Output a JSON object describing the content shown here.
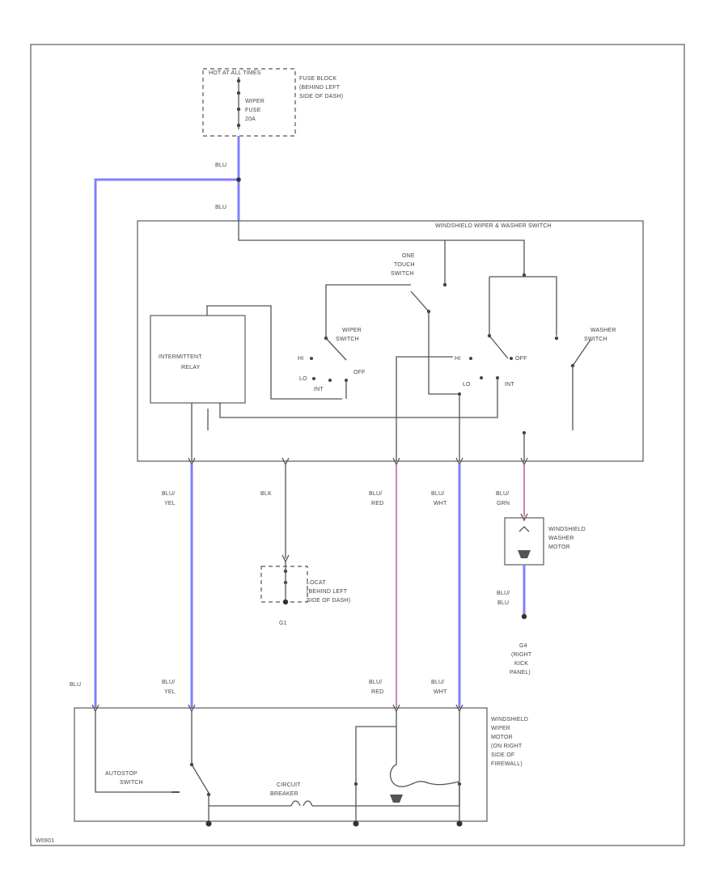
{
  "colors": {
    "blue_wire": "#8080ff",
    "pink_wire": "#d080c0",
    "line": "#555555"
  },
  "fuse_block": {
    "header": "HOT AT ALL TIMES",
    "fuse_lines": [
      "WIPER",
      "FUSE",
      "20A"
    ],
    "location_lines": [
      "FUSE BLOCK",
      "(BEHIND LEFT",
      "SIDE OF DASH)"
    ]
  },
  "switch_assembly": {
    "title": "WINDSHIELD WIPER & WASHER SWITCH",
    "one_touch_lines": [
      "ONE",
      "TOUCH",
      "SWITCH"
    ],
    "relay_lines": [
      "INTERMITTENT",
      "RELAY"
    ],
    "wiper_switch_lines": [
      "WIPER",
      "SWITCH"
    ],
    "washer_switch_lines": [
      "WASHER",
      "SWITCH"
    ],
    "pos_hi_a": "HI",
    "pos_lo_a": "LO",
    "pos_int_a": "INT",
    "pos_off_a": "OFF",
    "pos_hi_b": "HI",
    "pos_lo_b": "LO",
    "pos_int_b": "INT",
    "pos_off_b": "OFF"
  },
  "wire_labels": {
    "top_blu_1": "BLU",
    "top_blu_2": "BLU",
    "left_blu": "BLU",
    "blu_yel_top": [
      "BLU/",
      "YEL"
    ],
    "blk": "BLK",
    "blu_red_top": [
      "BLU/",
      "RED"
    ],
    "blu_wht_top": [
      "BLU/",
      "WHT"
    ],
    "blu_grn": [
      "BLU/",
      "GRN"
    ],
    "blu_blu": [
      "BLU/",
      "BLU"
    ],
    "blu_yel_bot": [
      "BLU/",
      "YEL"
    ],
    "blu_red_bot": [
      "BLU/",
      "RED"
    ],
    "blu_wht_bot": [
      "BLU/",
      "WHT"
    ]
  },
  "ground_g1": {
    "location_lines": [
      "LOCAT",
      "(BEHIND LEFT",
      "SIDE OF DASH)"
    ],
    "id": "G1"
  },
  "washer_motor": {
    "label_lines": [
      "WINDSHIELD",
      "WASHER",
      "MOTOR"
    ]
  },
  "ground_g4": {
    "label_lines": [
      "G4",
      "(RIGHT",
      "KICK",
      "PANEL)"
    ]
  },
  "wiper_motor": {
    "label_lines": [
      "WINDSHIELD",
      "WIPER",
      "MOTOR",
      "(ON RIGHT",
      "SIDE OF",
      "FIREWALL)"
    ],
    "autostop_lines": [
      "AUTOSTOP",
      "SWITCH"
    ],
    "breaker_lines": [
      "CIRCUIT",
      "BREAKER"
    ]
  },
  "footer_code": "W0901"
}
